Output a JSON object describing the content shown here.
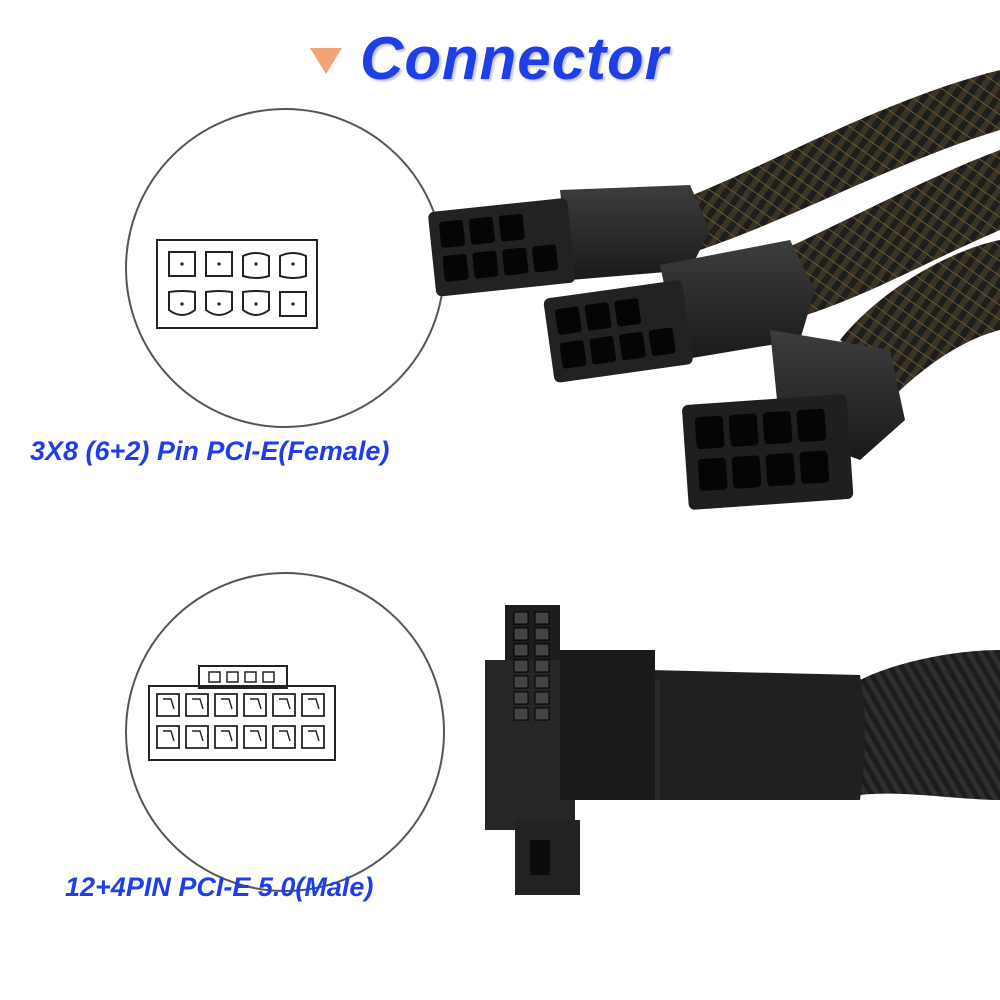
{
  "header": {
    "title": "Connector"
  },
  "connectors": [
    {
      "label": "3X8 (6+2) Pin PCI-E(Female)"
    },
    {
      "label": "12+4PIN PCI-E 5.0(Male)"
    }
  ],
  "colors": {
    "title": "#1f3fe6",
    "arrow": "#f2a474",
    "label": "#1f3fe6"
  }
}
